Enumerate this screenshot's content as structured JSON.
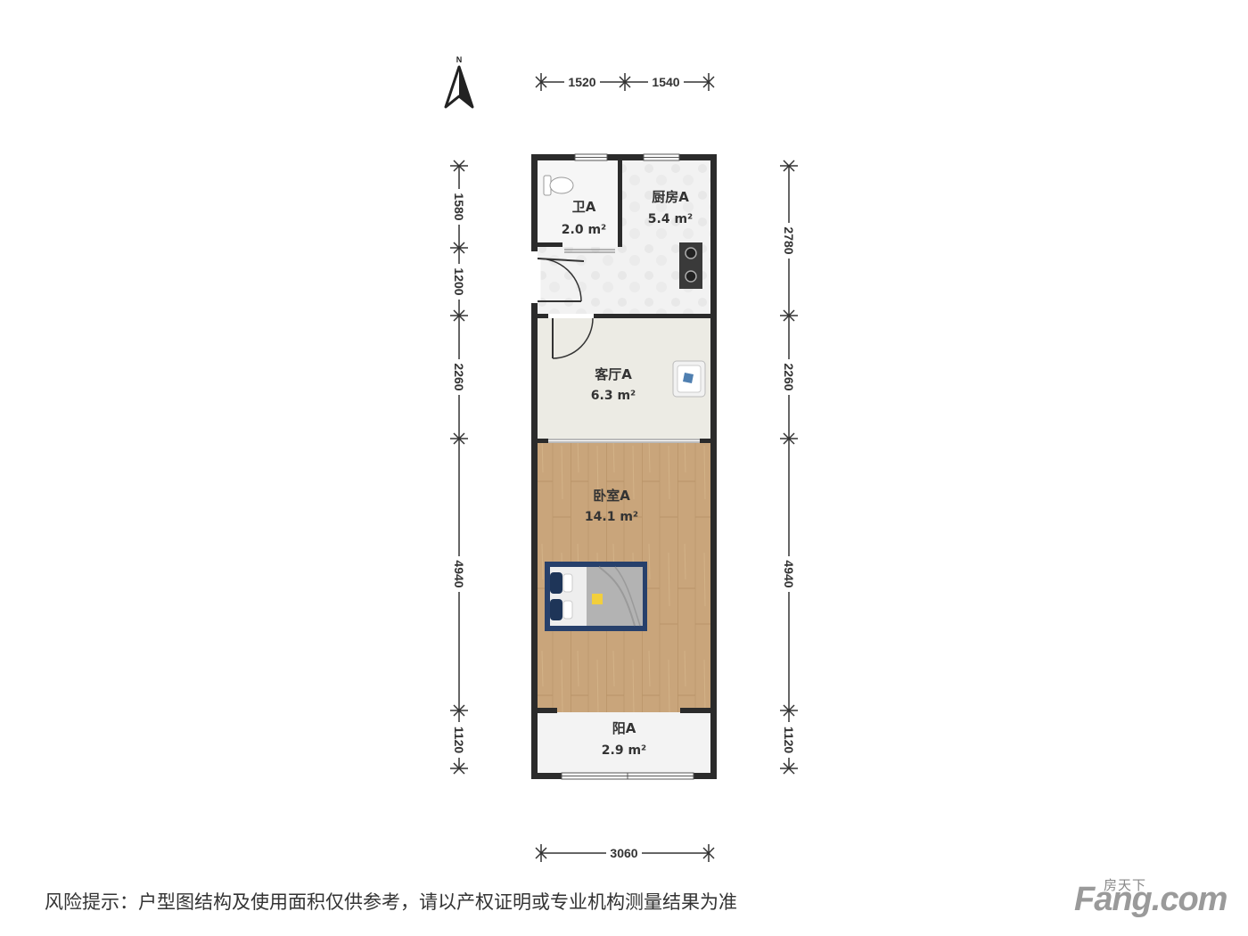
{
  "compass": {
    "label": "N"
  },
  "top_dimensions": [
    "1520",
    "1540"
  ],
  "bottom_dimension": "3060",
  "left_dimensions": [
    "1580",
    "1200",
    "2260",
    "4940",
    "1120"
  ],
  "right_dimensions": [
    "2780",
    "2260",
    "4940",
    "1120"
  ],
  "rooms": {
    "bathroom": {
      "name": "卫A",
      "area": "2.0 m²"
    },
    "kitchen": {
      "name": "厨房A",
      "area": "5.4 m²"
    },
    "living_room": {
      "name": "客厅A",
      "area": "6.3 m²"
    },
    "bedroom": {
      "name": "卧室A",
      "area": "14.1 m²"
    },
    "balcony": {
      "name": "阳A",
      "area": "2.9 m²"
    }
  },
  "disclaimer": "风险提示：户型图结构及使用面积仅供参考，请以产权证明或专业机构测量结果为准",
  "logo": {
    "cn": "房天下",
    "en": "Fang.com"
  },
  "colors": {
    "wall": "#2b2b2b",
    "tile": "#f1f1f1",
    "living_floor": "#ecebe4",
    "wood": "#c9a57b",
    "balcony_floor": "#f3f3f3",
    "bed_blue": "#27406b"
  }
}
